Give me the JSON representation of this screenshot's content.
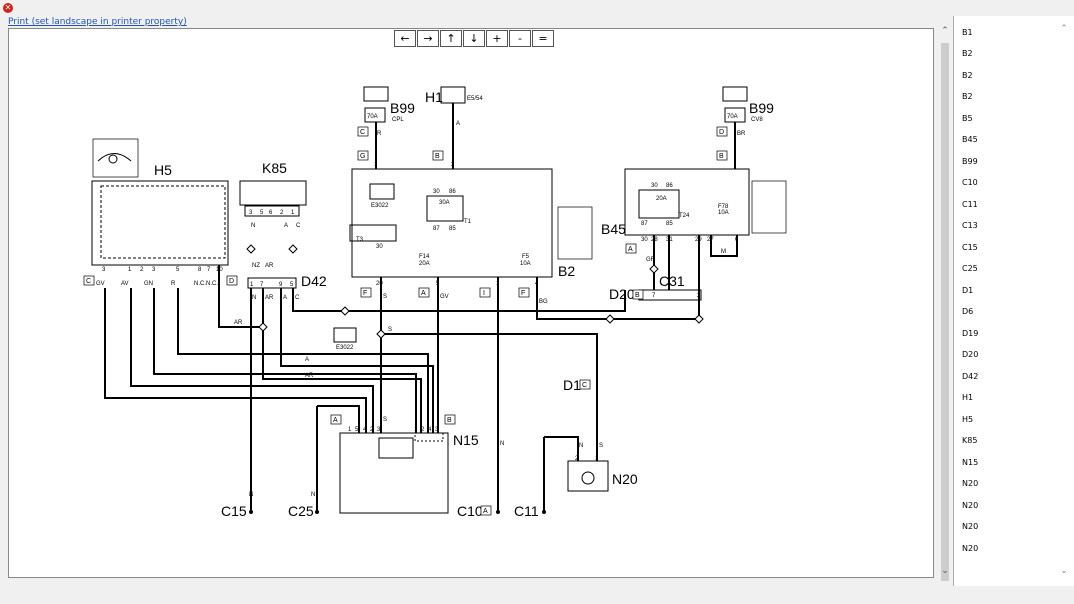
{
  "window": {
    "close_glyph": "✕"
  },
  "print_link": "Print (set landscape in printer property)",
  "nav_buttons": [
    "←",
    "→",
    "↑",
    "↓",
    "+",
    "-",
    "="
  ],
  "component_list": [
    "B1",
    "B2",
    "B2",
    "B2",
    "B5",
    "B45",
    "B99",
    "C10",
    "C11",
    "C13",
    "C15",
    "C25",
    "D1",
    "D6",
    "D19",
    "D20",
    "D42",
    "H1",
    "H5",
    "K85",
    "N15",
    "N20",
    "N20",
    "N20",
    "N20"
  ],
  "diagram": {
    "components": {
      "h5": "H5",
      "k85": "K85",
      "b99_left": "B99",
      "b99_right": "B99",
      "h1": "H1",
      "b2": "B2",
      "b45": "B45",
      "d42": "D42",
      "d20": "D20",
      "c31": "C31",
      "d1": "D1",
      "n15": "N15",
      "n20": "N20",
      "c15": "C15",
      "c25": "C25",
      "c10": "C10",
      "c11": "C11",
      "t1": "T1",
      "t3": "T3",
      "t24": "T24"
    },
    "small_labels": {
      "fuse_70a_left": "70A",
      "cpl": "CPL",
      "fuse_70a_right": "70A",
      "cv8": "CV8",
      "e554": "E5/54",
      "e3022_top": "E3022",
      "e3022_mid": "E3022",
      "relay_30a": "30A",
      "relay_20a": "20A",
      "f14": "F14",
      "f14_amp": "20A",
      "f5": "F5",
      "f5_amp": "10A",
      "f78": "F78",
      "f78_amp": "10A",
      "ncnc": "N.C.N.C."
    },
    "connector_letters": {
      "c": "C",
      "g": "G",
      "b": "B",
      "a": "A",
      "d": "D",
      "f": "F",
      "i": "I"
    },
    "wire_colors": {
      "r": "R",
      "a": "A",
      "br": "BR",
      "n": "N",
      "gv": "GV",
      "av": "AV",
      "gn": "GN",
      "nz": "NZ",
      "ar": "AR",
      "c": "C",
      "s": "S",
      "bg": "BG",
      "gr": "GR",
      "m": "M"
    },
    "pin_numbers": {
      "p1": "1",
      "p2": "2",
      "p3": "3",
      "p4": "4",
      "p5": "5",
      "p6": "6",
      "p7": "7",
      "p8": "8",
      "p9": "9",
      "p10": "10",
      "p20": "20",
      "p27": "27",
      "p28": "28",
      "p29": "29",
      "p30": "30",
      "p31": "31",
      "p85": "85",
      "p86": "86",
      "p87": "87"
    }
  }
}
